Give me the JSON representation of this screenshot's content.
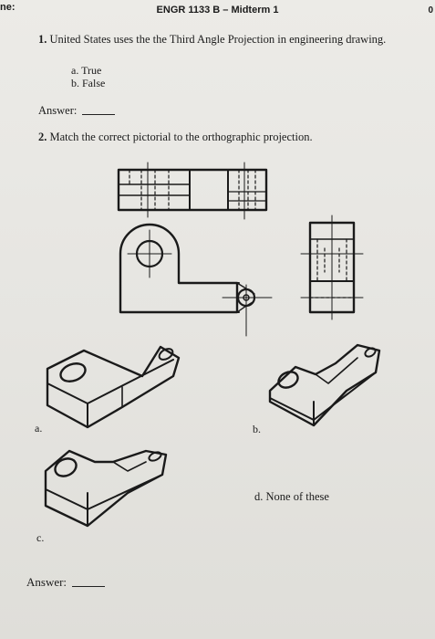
{
  "corner_left": "ne:",
  "corner_right": "0",
  "header_title": "ENGR 1133 B – Midterm 1",
  "question1": {
    "number": "1.",
    "text": "United States uses the the Third Angle Projection in engineering drawing.",
    "options": [
      "a. True",
      "b. False"
    ],
    "answer_label": "Answer:"
  },
  "question2": {
    "number": "2.",
    "text": "Match the correct pictorial to the orthographic projection.",
    "choices": [
      "a.",
      "b.",
      "c.",
      "d. None of these"
    ],
    "answer_label": "Answer:"
  },
  "icons": [
    "orthographic-projection-drawing",
    "isometric-pictorial-a",
    "isometric-pictorial-b",
    "isometric-pictorial-c"
  ]
}
